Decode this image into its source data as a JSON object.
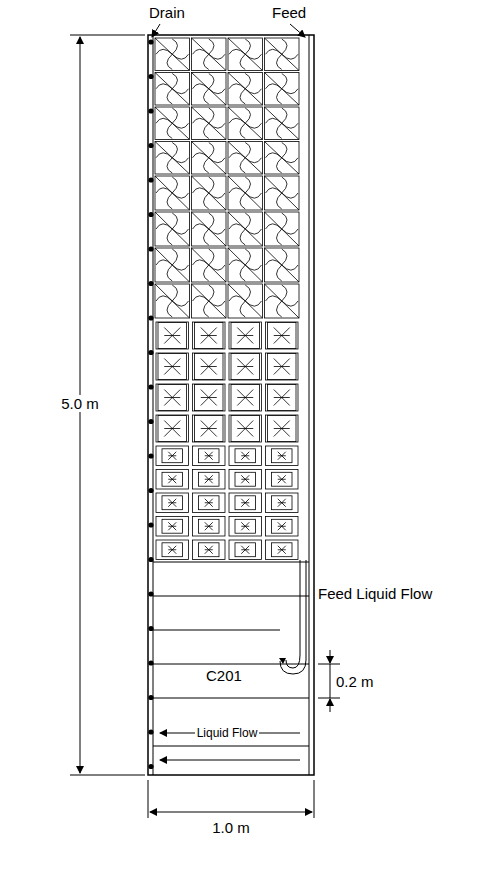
{
  "diagram": {
    "nodes": [
      {
        "text": [
          "C201",
          "Liquid Flow"
        ]
      }
    ],
    "labels": [
      "Drain",
      "Feed",
      "5.0 m",
      "Feed Liquid Flow",
      "0.2 m",
      "1.0 m"
    ]
  }
}
